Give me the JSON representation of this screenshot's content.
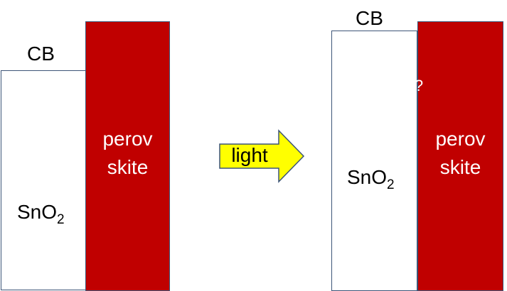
{
  "left_panel": {
    "cb_label": "CB",
    "sno2_main": "SnO",
    "sno2_sub": "2",
    "perov_line1": "perov",
    "perov_line2": "skite"
  },
  "arrow": {
    "label": "light",
    "fill": "#ffff00",
    "stroke": "#3d5578"
  },
  "right_panel": {
    "cb_label": "CB",
    "sno2_main": "SnO",
    "sno2_sub": "2",
    "perov_line1": "perov",
    "perov_line2": "skite",
    "question_mark": "?"
  },
  "colors": {
    "perovskite": "#c00000",
    "outline": "#3d5578",
    "question_ellipse": "#92d050"
  }
}
